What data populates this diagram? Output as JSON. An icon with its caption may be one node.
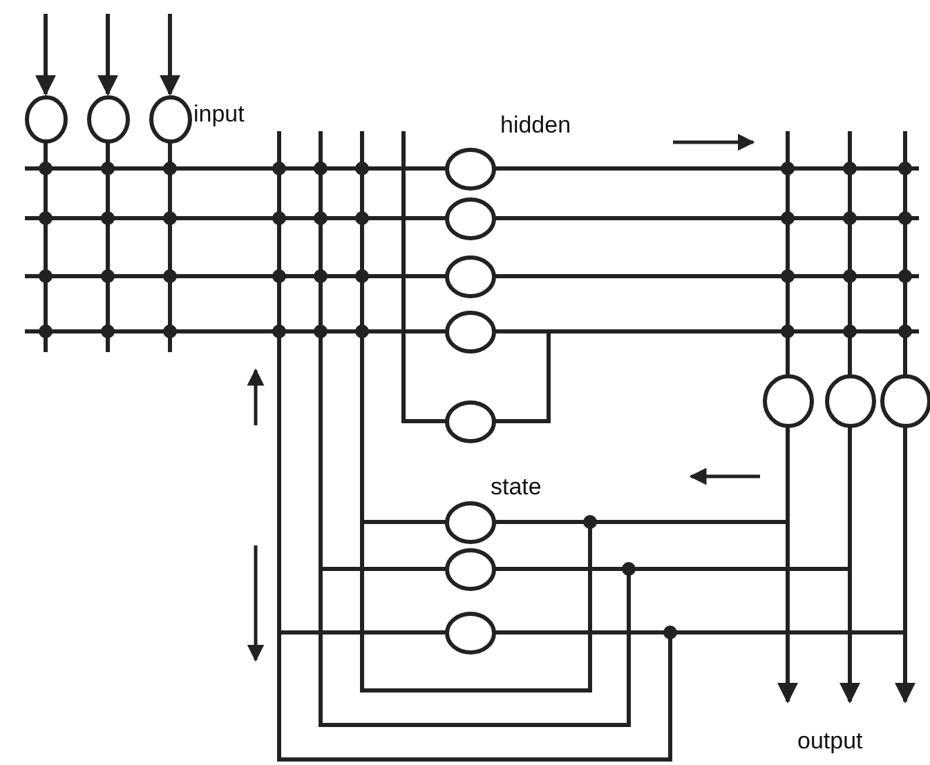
{
  "diagram": {
    "nodes": [
      {
        "text": [],
        "shape": "circle"
      },
      {
        "text": [],
        "shape": "circle"
      },
      {
        "text": [],
        "shape": "circle"
      },
      {
        "text": [],
        "shape": "circle"
      },
      {
        "text": [],
        "shape": "circle"
      },
      {
        "text": [],
        "shape": "circle"
      },
      {
        "text": [],
        "shape": "circle"
      },
      {
        "text": [],
        "shape": "circle"
      },
      {
        "text": [],
        "shape": "circle"
      },
      {
        "text": [],
        "shape": "circle"
      },
      {
        "text": [],
        "shape": "circle"
      },
      {
        "text": [],
        "shape": "circle"
      },
      {
        "text": [],
        "shape": "circle"
      },
      {
        "text": [],
        "shape": "circle"
      }
    ],
    "edges": [
      {
        "from": null,
        "to": 0,
        "arrow": "to"
      },
      {
        "from": null,
        "to": 1,
        "arrow": "to"
      },
      {
        "from": null,
        "to": 2,
        "arrow": "to"
      },
      {
        "from": 0,
        "to": 3,
        "arrow": "none"
      },
      {
        "from": 0,
        "to": 4,
        "arrow": "none"
      },
      {
        "from": 0,
        "to": 5,
        "arrow": "none"
      },
      {
        "from": 0,
        "to": 6,
        "arrow": "none"
      },
      {
        "from": 1,
        "to": 3,
        "arrow": "none"
      },
      {
        "from": 1,
        "to": 4,
        "arrow": "none"
      },
      {
        "from": 1,
        "to": 5,
        "arrow": "none"
      },
      {
        "from": 1,
        "to": 6,
        "arrow": "none"
      },
      {
        "from": 2,
        "to": 3,
        "arrow": "none"
      },
      {
        "from": 2,
        "to": 4,
        "arrow": "none"
      },
      {
        "from": 2,
        "to": 5,
        "arrow": "none"
      },
      {
        "from": 2,
        "to": 6,
        "arrow": "none"
      },
      {
        "from": 7,
        "to": 6,
        "arrow": "none"
      },
      {
        "from": 3,
        "to": 8,
        "arrow": "none"
      },
      {
        "from": 3,
        "to": 9,
        "arrow": "none"
      },
      {
        "from": 3,
        "to": 10,
        "arrow": "none"
      },
      {
        "from": 4,
        "to": 8,
        "arrow": "none"
      },
      {
        "from": 4,
        "to": 9,
        "arrow": "none"
      },
      {
        "from": 4,
        "to": 10,
        "arrow": "none"
      },
      {
        "from": 5,
        "to": 8,
        "arrow": "none"
      },
      {
        "from": 5,
        "to": 9,
        "arrow": "none"
      },
      {
        "from": 5,
        "to": 10,
        "arrow": "none"
      },
      {
        "from": 6,
        "to": 8,
        "arrow": "none"
      },
      {
        "from": 6,
        "to": 9,
        "arrow": "none"
      },
      {
        "from": 6,
        "to": 10,
        "arrow": "none"
      },
      {
        "from": 8,
        "to": 11,
        "arrow": "none"
      },
      {
        "from": 9,
        "to": 12,
        "arrow": "none"
      },
      {
        "from": 10,
        "to": 13,
        "arrow": "none"
      },
      {
        "from": 11,
        "to": 3,
        "arrow": "none"
      },
      {
        "from": 11,
        "to": 4,
        "arrow": "none"
      },
      {
        "from": 11,
        "to": 5,
        "arrow": "none"
      },
      {
        "from": 11,
        "to": 6,
        "arrow": "none"
      },
      {
        "from": 12,
        "to": 3,
        "arrow": "none"
      },
      {
        "from": 12,
        "to": 4,
        "arrow": "none"
      },
      {
        "from": 12,
        "to": 5,
        "arrow": "none"
      },
      {
        "from": 12,
        "to": 6,
        "arrow": "none"
      },
      {
        "from": 13,
        "to": 3,
        "arrow": "none"
      },
      {
        "from": 13,
        "to": 4,
        "arrow": "none"
      },
      {
        "from": 13,
        "to": 5,
        "arrow": "none"
      },
      {
        "from": 13,
        "to": 6,
        "arrow": "none"
      },
      {
        "from": 8,
        "to": null,
        "arrow": "to"
      },
      {
        "from": 9,
        "to": null,
        "arrow": "to"
      },
      {
        "from": 10,
        "to": null,
        "arrow": "to"
      }
    ],
    "labels": [
      "input",
      "hidden",
      "state",
      "output"
    ]
  }
}
